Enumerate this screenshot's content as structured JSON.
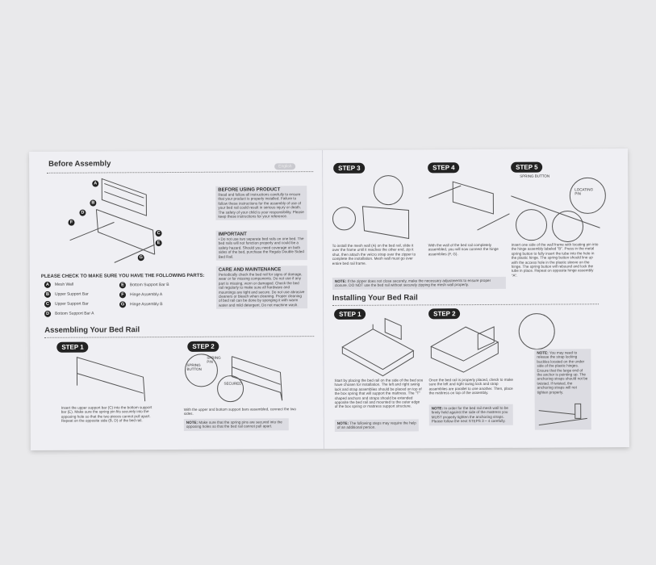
{
  "left": {
    "before_title": "Before Assembly",
    "language_badge": "English",
    "boxes": [
      {
        "title": "BEFORE USING PRODUCT",
        "text": "Read and follow all instructions carefully to ensure that your product is properly installed. Failure to follow these instructions for the assembly of use of your bed rail could result in serious injury or death. The safety of your child is your responsibility. Please keep these instructions for your reference."
      },
      {
        "title": "IMPORTANT",
        "text": "• Do not use two separate bed rails on one bed. The bed rails will not function properly and could be a safety hazard. Should you need coverage on both sides of the bed, purchase the Regalo Double Sided Bed Rail."
      },
      {
        "title": "CARE AND MAINTENANCE",
        "text": "Periodically check the bed rail for signs of damage, wear or for missing components. Do not use if any part is missing, worn or damaged. Check the bed rail regularly to make sure all hardware and mountings are tight and secure. Do not use abrasive cleaners or bleach when cleaning. Proper cleaning of bed rail can be done by sponging it with warm water and mild detergent. Do not machine wash."
      }
    ],
    "parts_heading": "PLEASE CHECK TO MAKE SURE YOU HAVE THE FOLLOWING PARTS:",
    "parts": [
      {
        "letter": "A",
        "name": "Mesh Wall"
      },
      {
        "letter": "B",
        "name": "Upper Support Bar"
      },
      {
        "letter": "C",
        "name": "Upper Support Bar"
      },
      {
        "letter": "D",
        "name": "Bottom Support Bar A"
      },
      {
        "letter": "E",
        "name": "Bottom Support Bar B"
      },
      {
        "letter": "F",
        "name": "Hinge Assembly A"
      },
      {
        "letter": "G",
        "name": "Hinge Assembly B"
      }
    ],
    "assembling_title": "Assembling Your Bed Rail",
    "step1": {
      "label": "STEP 1",
      "text": "Insert the upper support bar (C) into the bottom support bar (E). Make sure the spring pin fits securely into the opposing hole so that the two pieces cannot pull apart. Repeat on the opposite side (B, D) of the bed rail."
    },
    "step2": {
      "label": "STEP 2",
      "callout_button": "SPRING BUTTON",
      "callout_pin": "SPRING PIN",
      "callout_secured": "SECURED",
      "text": "With the upper and bottom support bars assembled, connect the two sides.",
      "note_label": "NOTE:",
      "note": "Make sure that the spring pins are secured into the opposing holes so that the bed rail cannot pull apart."
    }
  },
  "right": {
    "step3": {
      "label": "STEP 3",
      "text": "To install the mesh wall (A) on the bed rail, slide it over the frame until it reaches the other end, zip it shut, then attach the velcro strap over the zipper to complete the installation. Mesh wall must go over entire bed rail frame."
    },
    "step4": {
      "label": "STEP 4",
      "text": "With the wall of the bed rail completely assembled, you will now connect the hinge assemblies (F, G)."
    },
    "step5": {
      "label": "STEP 5",
      "callout_button": "SPRING BUTTON",
      "callout_pin": "LOCATING PIN",
      "text": "Insert one side of the wall frame with locating pin into the hinge assembly labeled \"B\". Press in the metal spring button to fully insert the tube into the hole in the plastic hinge. The spring button should line up with the access hole in the plastic sleeve on the hinge. The spring button will rebound and lock the tube in place. Repeat on opposite hinge assembly \"A\"."
    },
    "note34_label": "NOTE:",
    "note34": "If the zipper does not close securely, make the necessary adjustments to ensure proper closure. DO NOT use the bed rail without securely zipping the mesh wall properly.",
    "installing_title": "Installing Your Bed Rail",
    "istep1": {
      "label": "STEP 1",
      "text": "Start by placing the bed rail on the side of the bed you have chosen for installation. The left and right swing lock and strap assemblies should be placed on top of the box spring that will support the mattress. The \"T\" shaped anchors and straps should be extended opposite the bed rail and mounted to the outer edge of the box spring or mattress support structure.",
      "note_label": "NOTE:",
      "note": "The following steps may require the help of an additional person."
    },
    "istep2": {
      "label": "STEP 2",
      "text": "Once the bed rail is properly placed, check to make sure the left and right swing lock and strap assemblies are parallel to one another. Then, place the mattress on top of the assembly.",
      "note_label": "NOTE:",
      "note": "In order for the bed rail mesh wall to be firmly held against the side of the mattress you MUST properly tighten the anchoring straps. Please follow the next STEPS 3 – 4 carefully."
    },
    "side_note_label": "NOTE:",
    "side_note": "You may need to release the strap locking buckles located on the under side of the plastic hinges. Ensure that the large end of the anchor is pointing up. The anchoring straps should not be twisted. If twisted, the anchoring straps will not tighten properly."
  }
}
